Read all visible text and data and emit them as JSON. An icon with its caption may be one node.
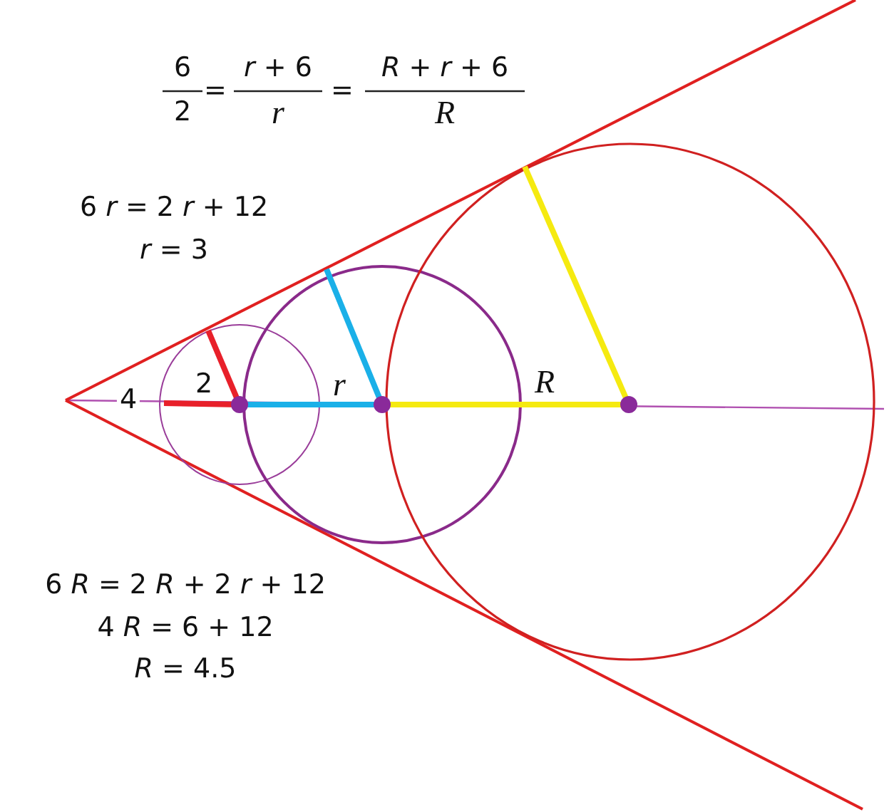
{
  "diagram": {
    "labels": [
      "6",
      "2",
      "=",
      "*r* + 6",
      "r",
      "=",
      "*R* + *r* + 6",
      "R",
      "6 *r* = 2 *r* + 12",
      "*r* = 3",
      "4",
      "2",
      "r",
      "R",
      "6 *R* = 2 *R* + 2 *r* + 12",
      "4 *R* = 6 + 12",
      "*R* = 4.5"
    ]
  }
}
